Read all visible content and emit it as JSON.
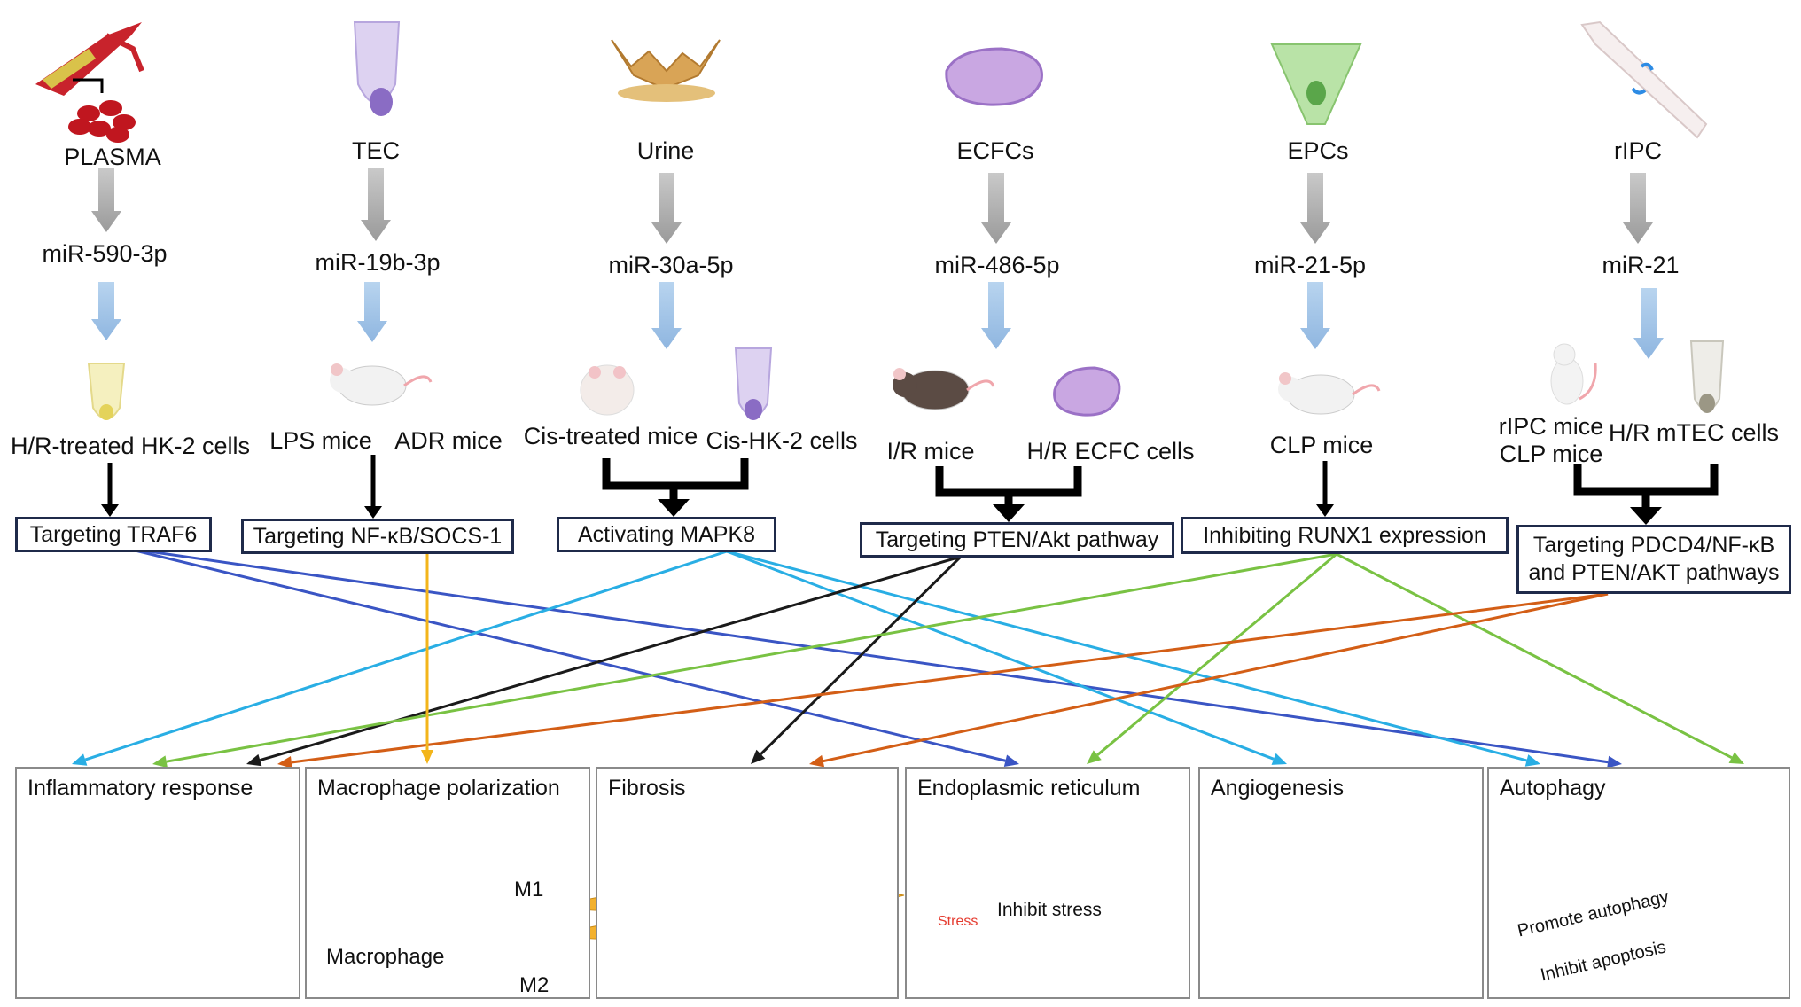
{
  "colors": {
    "traf6": "#3a55c4",
    "nfkb": "#f3b51b",
    "mapk8": "#29aee4",
    "pten": "#1a1a1a",
    "runx1": "#79c243",
    "pdcd4": "#d35e16",
    "box_border": "#1f2a4a"
  },
  "sources": [
    {
      "label": "PLASMA",
      "icon": "blood-vessel-icon"
    },
    {
      "label": "TEC",
      "icon": "tubular-cell-icon"
    },
    {
      "label": "Urine",
      "icon": "urine-crown-icon"
    },
    {
      "label": "ECFCs",
      "icon": "ecfc-cell-icon"
    },
    {
      "label": "EPCs",
      "icon": "epc-cell-icon"
    },
    {
      "label": "rIPC",
      "icon": "bone-icon"
    }
  ],
  "mirnas": [
    "miR-590-3p",
    "miR-19b-3p",
    "miR-30a-5p",
    "miR-486-5p",
    "miR-21-5p",
    "miR-21"
  ],
  "models": {
    "plasma": "H/R-treated HK-2 cells",
    "tec": [
      "LPS mice",
      "ADR mice"
    ],
    "urine": [
      "Cis-treated mice",
      "Cis-HK-2 cells"
    ],
    "ecfc": [
      "I/R mice",
      "H/R ECFC cells"
    ],
    "epc": "CLP mice",
    "ripc": [
      "rIPC mice",
      "CLP mice",
      "H/R mTEC cells"
    ]
  },
  "mechanisms": [
    "Targeting TRAF6",
    "Targeting NF-κB/SOCS-1",
    "Activating MAPK8",
    "Targeting PTEN/Akt pathway",
    "Inhibiting RUNX1 expression",
    "Targeting PDCD4/NF-κB and PTEN/AKT pathways"
  ],
  "outcomes": [
    "Inflammatory response",
    "Macrophage polarization",
    "Fibrosis",
    "Endoplasmic reticulum",
    "Angiogenesis",
    "Autophagy"
  ],
  "macrophage": {
    "label": "Macrophage",
    "m1": "M1",
    "m2": "M2"
  },
  "er_text": {
    "stress": "Stress",
    "inhibit": "Inhibit stress"
  },
  "autophagy_text": {
    "promote": "Promote autophagy",
    "inhibit": "Inhibit apoptosis"
  }
}
